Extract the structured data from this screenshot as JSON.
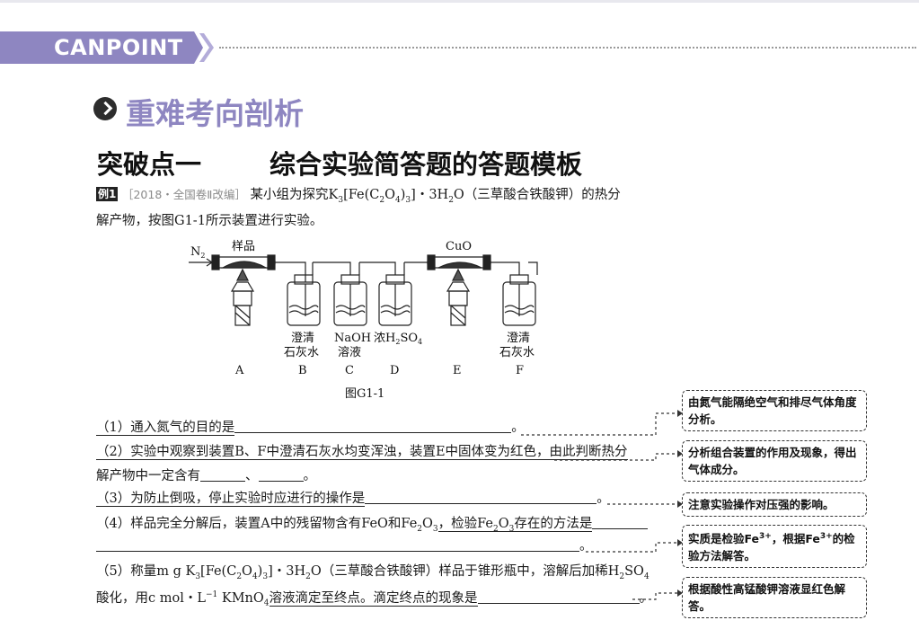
{
  "brand": {
    "text": "CANPOINT"
  },
  "section": {
    "title": "重难考向剖析"
  },
  "breakpoint": {
    "label": "突破点一",
    "title": "综合实验简答题的答题模板"
  },
  "example": {
    "badge": "例1",
    "source": "［2018・全国卷Ⅱ改编］",
    "stem1": "某小组为探究K",
    "stem2": "[Fe(C",
    "stem3": "O",
    "stem4": ")",
    "stem5": "]・3H",
    "stem6": "O（三草酸合铁酸钾）的热分",
    "stem_line2": "解产物，按图G1-1所示装置进行实验。"
  },
  "figure": {
    "n2": "N",
    "sample": "样品",
    "cuo": "CuO",
    "b_label1": "澄清",
    "b_label2": "石灰水",
    "c_label1": "NaOH",
    "c_label2": "溶液",
    "d_label": "浓H",
    "d_label2": "SO",
    "f_label1": "澄清",
    "f_label2": "石灰水",
    "letters": [
      "A",
      "B",
      "C",
      "D",
      "E",
      "F"
    ],
    "caption": "图G1-1"
  },
  "questions": {
    "q1": "（1）通入氮气的目的是",
    "q2a": "（2）实验中观察到装置B、F中澄清石灰水均变浑浊，装置E中固体变为红色，由此判断热分",
    "q2b": "解产物中一定含有",
    "q2sep": "、",
    "q3": "（3）为防止倒吸，停止实验时应进行的操作是",
    "q4a": "（4）样品完全分解后，装置A中的残留物含有FeO和Fe",
    "q4b": "O",
    "q4c": "，检验Fe",
    "q4d": "O",
    "q4e": "存在的方法是",
    "q5a": "（5）称量m g K",
    "q5b": "[Fe(C",
    "q5c": "O",
    "q5d": ")",
    "q5e": "]・3H",
    "q5f": "O（三草酸合铁酸钾）样品于锥形瓶中，溶解后加稀H",
    "q5g": "SO",
    "q6a": "酸化，用c mol・L",
    "q6b": "KMnO",
    "q6c": "溶液滴定至终点。滴定终点的现象是",
    "period": "。"
  },
  "notes": {
    "n1": "由氮气能隔绝空气和排尽气体角度分析。",
    "n2": "分析组合装置的作用及现象，得出气体成分。",
    "n3": "注意实验操作对压强的影响。",
    "n4a": "实质是检验Fe",
    "n4b": "3+",
    "n4c": "，根据Fe",
    "n4d": "的检验方法解答。",
    "n5": "根据酸性高锰酸钾溶液显红色解答。"
  }
}
